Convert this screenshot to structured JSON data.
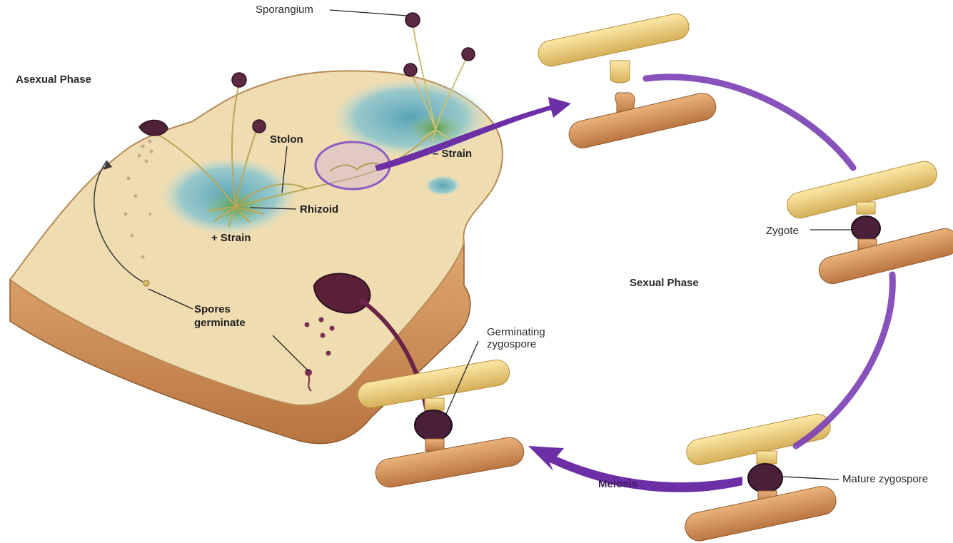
{
  "labels": {
    "sporangium": "Sporangium",
    "asexual_phase": "Asexual Phase",
    "stolon": "Stolon",
    "minus_strain": "– Strain",
    "rhizoid": "Rhizoid",
    "plus_strain": "+ Strain",
    "spores_germinate_1": "Spores",
    "spores_germinate_2": "germinate",
    "germinating_zygospore_1": "Germinating",
    "germinating_zygospore_2": "zygospore",
    "zygote": "Zygote",
    "sexual_phase": "Sexual Phase",
    "mature_zygospore": "Mature zygospore",
    "meiosis": "Meiosis"
  },
  "colors": {
    "bread_crumb": "#efdcb0",
    "bread_crust": "#c98a55",
    "mold_blue": "#6fb8c9",
    "mold_green": "#7fae52",
    "arrow_purple": "#6d2fa5",
    "hypha_yellow": "#f1d27a",
    "hypha_orange": "#d9965a",
    "zygospore_dark": "#4a1f3a"
  }
}
